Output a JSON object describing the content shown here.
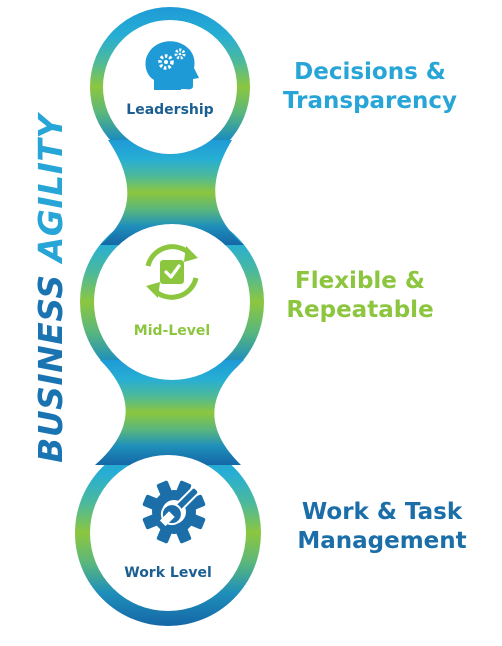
{
  "vertical_title": {
    "part1": "BUSINESS ",
    "part2": "AGILITY"
  },
  "nodes": [
    {
      "label": "Leadership",
      "icon": "head-gears-icon",
      "caption": [
        "Decisions &",
        "Transparency"
      ],
      "color": "#27a5d6"
    },
    {
      "label": "Mid-Level",
      "icon": "refresh-check-icon",
      "caption": [
        "Flexible &",
        "Repeatable"
      ],
      "color": "#8cc63f"
    },
    {
      "label": "Work Level",
      "icon": "gear-wrench-icon",
      "caption": [
        "Work & Task",
        "Management"
      ],
      "color": "#1b6ea8"
    }
  ],
  "colors": {
    "blue_light": "#27a5d6",
    "green": "#8cc63f",
    "blue_dark": "#1b6ea8",
    "label_text": "#1b5f92"
  }
}
